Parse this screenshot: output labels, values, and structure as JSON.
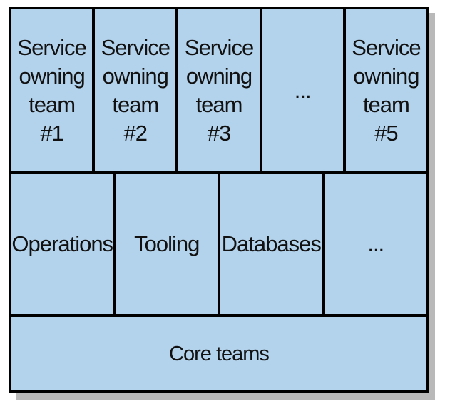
{
  "diagram": {
    "service_teams": [
      {
        "label": "Service\nowning\nteam\n#1"
      },
      {
        "label": "Service\nowning\nteam\n#2"
      },
      {
        "label": "Service\nowning\nteam\n#3"
      },
      {
        "label": "..."
      },
      {
        "label": "Service\nowning\nteam\n#5"
      }
    ],
    "middle_layer": [
      {
        "label": "Operations"
      },
      {
        "label": "Tooling"
      },
      {
        "label": "Databases"
      },
      {
        "label": "..."
      }
    ],
    "core_layer": {
      "label": "Core teams"
    },
    "colors": {
      "box_fill": "#b3d2eb",
      "border": "#000000",
      "shadow": "#b9b9b9"
    }
  }
}
